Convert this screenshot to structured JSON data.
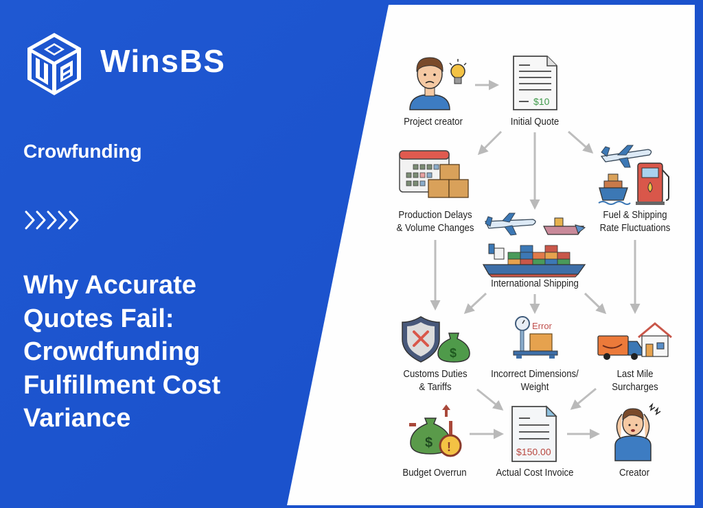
{
  "brand": {
    "name": "WinsBS",
    "logo_icon": "cube-logo-icon"
  },
  "category": "Crowfunding",
  "chevrons_icon": "chevrons-right-icon",
  "headline": {
    "lines": [
      "Why Accurate",
      "Quotes Fail:",
      "Crowdfunding",
      "Fulfillment Cost",
      "Variance"
    ]
  },
  "colors": {
    "background": "#1d55cf",
    "panel": "#ffffff",
    "arrow": "#b9b9b9",
    "quote_green": "#3f9a4a",
    "invoice_red": "#b8473f",
    "error_red": "#c0504d"
  },
  "diagram": {
    "nodes": [
      {
        "id": "project-creator",
        "label": "Project creator",
        "icon": "worried-person-with-lightbulb-icon"
      },
      {
        "id": "initial-quote",
        "label": "Initial Quote",
        "icon": "document-icon",
        "amount": "$10"
      },
      {
        "id": "production-delays",
        "label_lines": [
          "Production Delays",
          "& Volume Changes"
        ],
        "icon": "calendar-and-boxes-icon"
      },
      {
        "id": "fuel-shipping",
        "label_lines": [
          "Fuel & Shipping",
          "Rate Fluctuations"
        ],
        "icon": "plane-ship-fuel-pump-icon"
      },
      {
        "id": "international-shipping",
        "label": "International Shipping",
        "icon": "cargo-ship-icon"
      },
      {
        "id": "customs-duties",
        "label_lines": [
          "Customs Duties",
          "& Tariffs"
        ],
        "icon": "shield-x-and-money-bag-icon"
      },
      {
        "id": "incorrect-dimensions",
        "label_lines": [
          "Incorrect Dimensions/",
          "Weight"
        ],
        "icon": "scale-with-box-icon",
        "badge": "Error"
      },
      {
        "id": "last-mile",
        "label_lines": [
          "Last Mile",
          "Surcharges"
        ],
        "icon": "delivery-truck-and-house-icon"
      },
      {
        "id": "budget-overrun",
        "label": "Budget Overrun",
        "icon": "money-bag-warning-icon"
      },
      {
        "id": "actual-invoice",
        "label": "Actual Cost Invoice",
        "icon": "invoice-document-icon",
        "amount": "$150.00"
      },
      {
        "id": "creator",
        "label": "Creator",
        "icon": "stressed-person-icon"
      }
    ],
    "edges": [
      [
        "project-creator",
        "initial-quote"
      ],
      [
        "initial-quote",
        "production-delays"
      ],
      [
        "initial-quote",
        "international-shipping"
      ],
      [
        "initial-quote",
        "fuel-shipping"
      ],
      [
        "production-delays",
        "customs-duties"
      ],
      [
        "international-shipping",
        "customs-duties"
      ],
      [
        "international-shipping",
        "incorrect-dimensions"
      ],
      [
        "international-shipping",
        "last-mile"
      ],
      [
        "fuel-shipping",
        "last-mile"
      ],
      [
        "customs-duties",
        "actual-invoice"
      ],
      [
        "last-mile",
        "actual-invoice"
      ],
      [
        "budget-overrun",
        "actual-invoice"
      ],
      [
        "actual-invoice",
        "creator"
      ]
    ]
  }
}
